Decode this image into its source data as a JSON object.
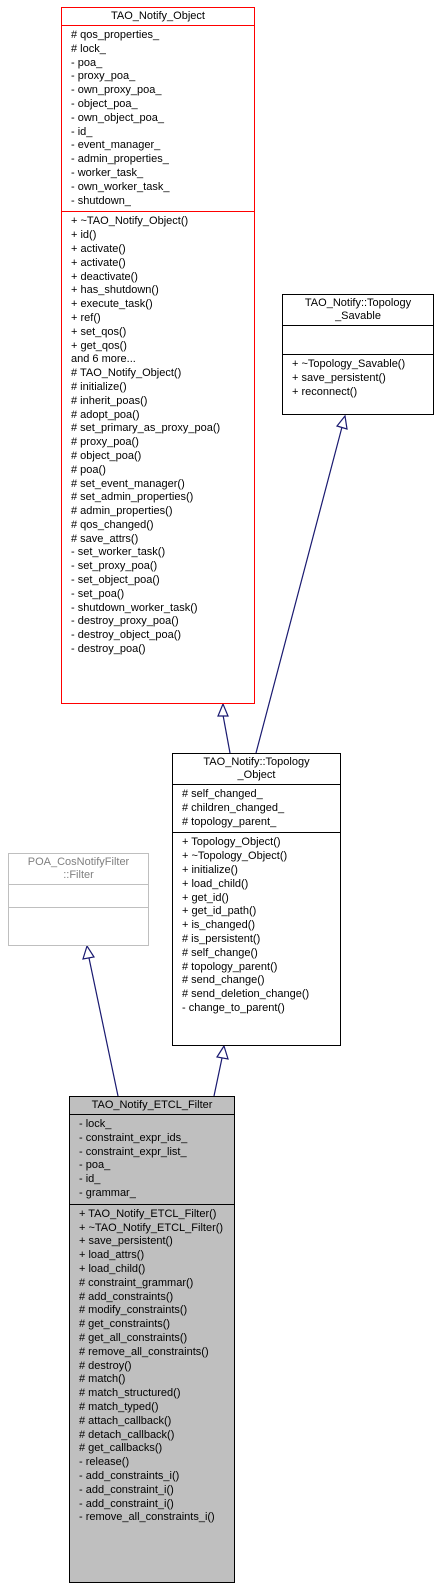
{
  "colors": {
    "edge": "#191970",
    "red_border": "#ff0000",
    "grey_border": "#bfbfbf",
    "grey_text": "#808080",
    "filled_bg": "#bfbfbf"
  },
  "tao_notify_object": {
    "title": "TAO_Notify_Object",
    "attributes": [
      "# qos_properties_",
      "# lock_",
      "- poa_",
      "- proxy_poa_",
      "- own_proxy_poa_",
      "- object_poa_",
      "- own_object_poa_",
      "- id_",
      "- event_manager_",
      "- admin_properties_",
      "- worker_task_",
      "- own_worker_task_",
      "- shutdown_"
    ],
    "methods": [
      "+ ~TAO_Notify_Object()",
      "+ id()",
      "+ activate()",
      "+ activate()",
      "+ deactivate()",
      "+ has_shutdown()",
      "+ execute_task()",
      "+ ref()",
      "+ set_qos()",
      "+ get_qos()",
      "and 6 more...",
      "# TAO_Notify_Object()",
      "# initialize()",
      "# inherit_poas()",
      "# adopt_poa()",
      "# set_primary_as_proxy_poa()",
      "# proxy_poa()",
      "# object_poa()",
      "# poa()",
      "# set_event_manager()",
      "# set_admin_properties()",
      "# admin_properties()",
      "# qos_changed()",
      "# save_attrs()",
      "- set_worker_task()",
      "- set_proxy_poa()",
      "- set_object_poa()",
      "- set_poa()",
      "- shutdown_worker_task()",
      "- destroy_proxy_poa()",
      "- destroy_object_poa()",
      "- destroy_poa()"
    ]
  },
  "topology_savable": {
    "title_line1": "TAO_Notify::Topology",
    "title_line2": "_Savable",
    "attributes": [],
    "methods": [
      "+ ~Topology_Savable()",
      "+ save_persistent()",
      "+ reconnect()"
    ]
  },
  "topology_object": {
    "title_line1": "TAO_Notify::Topology",
    "title_line2": "_Object",
    "attributes": [
      "# self_changed_",
      "# children_changed_",
      "# topology_parent_"
    ],
    "methods": [
      "+ Topology_Object()",
      "+ ~Topology_Object()",
      "+ initialize()",
      "+ load_child()",
      "+ get_id()",
      "+ get_id_path()",
      "+ is_changed()",
      "# is_persistent()",
      "# self_change()",
      "# topology_parent()",
      "# send_change()",
      "# send_deletion_change()",
      "- change_to_parent()"
    ]
  },
  "poa_filter": {
    "title_line1": "POA_CosNotifyFilter",
    "title_line2": "::Filter",
    "attributes": [],
    "methods": []
  },
  "etcl_filter": {
    "title": "TAO_Notify_ETCL_Filter",
    "attributes": [
      "- lock_",
      "- constraint_expr_ids_",
      "- constraint_expr_list_",
      "- poa_",
      "- id_",
      "- grammar_"
    ],
    "methods": [
      "+ TAO_Notify_ETCL_Filter()",
      "+ ~TAO_Notify_ETCL_Filter()",
      "+ save_persistent()",
      "+ load_attrs()",
      "+ load_child()",
      "# constraint_grammar()",
      "# add_constraints()",
      "# modify_constraints()",
      "# get_constraints()",
      "# get_all_constraints()",
      "# remove_all_constraints()",
      "# destroy()",
      "# match()",
      "# match_structured()",
      "# match_typed()",
      "# attach_callback()",
      "# detach_callback()",
      "# get_callbacks()",
      "- release()",
      "- add_constraints_i()",
      "- add_constraint_i()",
      "- add_constraint_i()",
      "- remove_all_constraints_i()"
    ]
  }
}
